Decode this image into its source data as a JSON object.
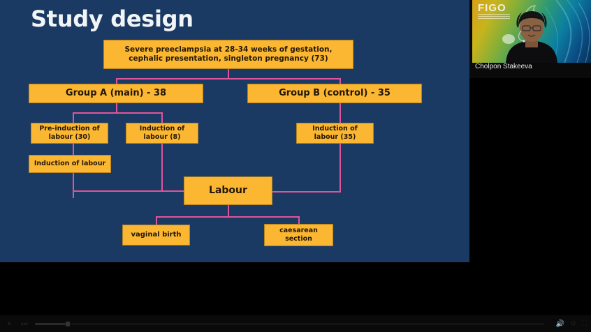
{
  "window": {
    "background_color": "#000000",
    "video_panel": {
      "presenter_name": "Cholpon Stakeeva",
      "logo_text": "FIGO"
    }
  },
  "slide": {
    "title": "Study design",
    "background_color": "#1b3a63",
    "node_fill_color": "#fbb731",
    "connector_color": "#e0559a",
    "nodes": {
      "inclusion": "Severe preeclampsia at 28-34 weeks of gestation, cephalic presentation, singleton pregnancy (73)",
      "group_a": "Group A (main) - 38",
      "group_b": "Group B (control) - 35",
      "pre_induction_a": "Pre-induction of labour (30)",
      "induction_a": "Induction of labour (8)",
      "induction_b": "Induction of labour (35)",
      "induction_after_pre": "Induction of labour",
      "labour": "Labour",
      "vaginal_birth": "vaginal birth",
      "caesarean_section": "caesarean section"
    }
  },
  "player": {
    "play_pause_label": "⏸",
    "next_label": "⏭",
    "volume_label": "🔊",
    "fullscreen_label": "⛶",
    "settings_label": "⚙",
    "elapsed_time": "",
    "progress_percent": 6
  }
}
